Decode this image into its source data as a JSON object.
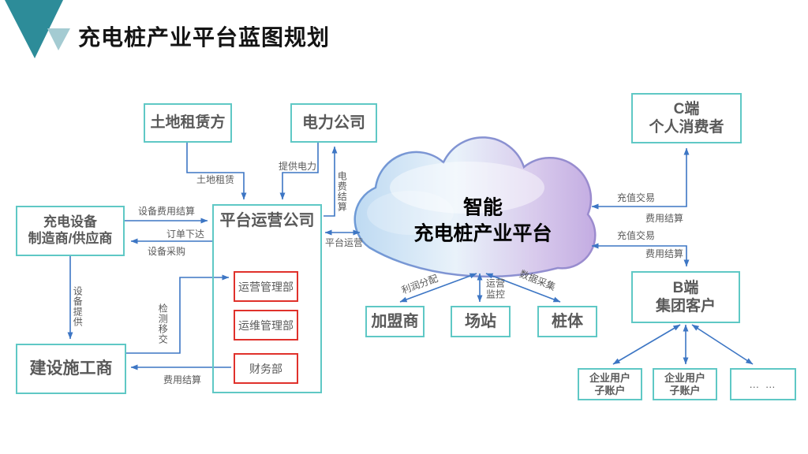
{
  "slide": {
    "title": "充电桩产业平台蓝图规划"
  },
  "cloud": {
    "line1": "智能",
    "line2": "充电桩产业平台"
  },
  "boxes": {
    "land_lessor": "土地租赁方",
    "power_company": "电力公司",
    "equipment_maker_line1": "充电设备",
    "equipment_maker_line2": "制造商/供应商",
    "platform_company": "平台运营公司",
    "dept_operation": "运营管理部",
    "dept_maintenance": "运维管理部",
    "dept_finance": "财务部",
    "builder": "建设施工商",
    "franchisee": "加盟商",
    "station": "场站",
    "pile": "桩体",
    "c_end_line1": "C端",
    "c_end_line2": "个人消费者",
    "b_end_line1": "B端",
    "b_end_line2": "集团客户",
    "sub_account1_line1": "企业用户",
    "sub_account1_line2": "子账户",
    "sub_account2_line1": "企业用户",
    "sub_account2_line2": "子账户",
    "more": "… …"
  },
  "labels": {
    "land_lease": "土地租赁",
    "provide_power": "提供电力",
    "power_fee_settle": "电费结算",
    "equip_fee_settle": "设备费用结算",
    "order_issue": "订单下达",
    "equip_purchase": "设备采购",
    "equip_provide": "设备提供",
    "inspect_handover": "检测移交",
    "fee_settle_builder": "费用结算",
    "platform_operation": "平台运营",
    "profit_share": "利润分配",
    "ops_monitor_line1": "运营",
    "ops_monitor_line2": "监控",
    "data_collect": "数据采集",
    "recharge_trade_c": "充值交易",
    "fee_settle_c": "费用结算",
    "recharge_trade_b": "充值交易",
    "fee_settle_b": "费用结算"
  },
  "colors": {
    "teal_border": "#5FC8C5",
    "red_border": "#E0312B",
    "arrow_blue": "#3D76C4",
    "text_gray": "#595959",
    "triangle_dark": "#2D8C99",
    "triangle_light": "#A4CBD2",
    "cloud_left": "#C3DDF3",
    "cloud_right": "#C5AFE3"
  }
}
